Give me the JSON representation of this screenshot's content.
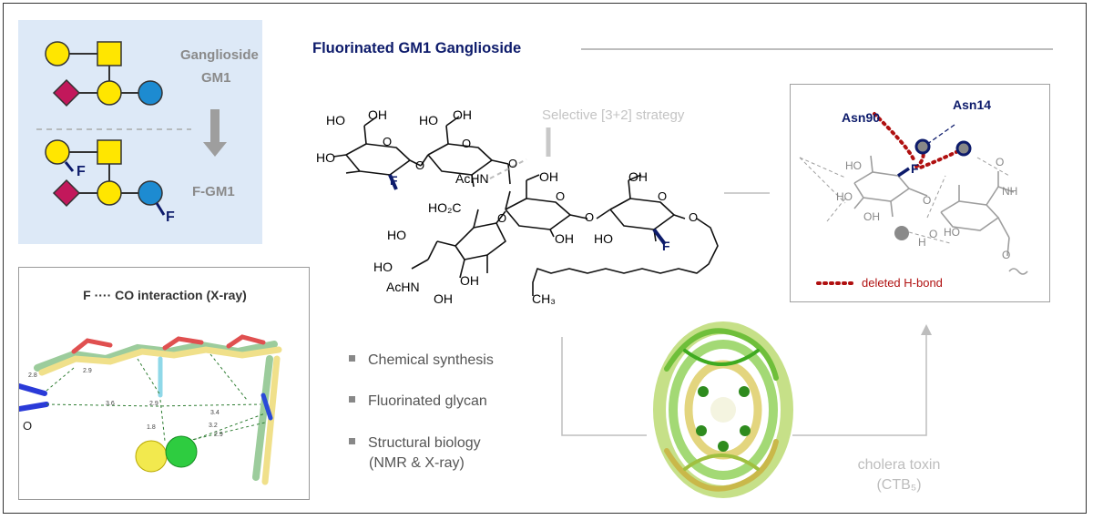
{
  "title": "Fluorinated GM1 Ganglioside",
  "glycan_panel": {
    "top_label_line1": "Ganglioside",
    "top_label_line2": "GM1",
    "bottom_label": "F-GM1",
    "fluorine_label": "F",
    "colors": {
      "galactose": "#ffe600",
      "galnac": "#ffe600",
      "glucose": "#1d8bd1",
      "sialic_acid": "#c2185b",
      "panel_bg": "#dde9f7"
    }
  },
  "xray_panel": {
    "title": "F ···· CO interaction (X-ray)",
    "distances": [
      "2.8",
      "2.9",
      "3.6",
      "2.9",
      "3.4",
      "1.8",
      "3.2",
      "2.9"
    ],
    "edge_label": "O"
  },
  "structure": {
    "strategy_label": "Selective [3+2] strategy",
    "labels": {
      "ho": "HO",
      "oh": "OH",
      "f": "F",
      "achn": "AcHN",
      "co2h": "HO₂C",
      "o": "O",
      "ch3": "CH₃"
    }
  },
  "bullets": [
    "Chemical synthesis",
    "Fluorinated glycan",
    "Structural biology",
    "(NMR & X-ray)"
  ],
  "interaction_panel": {
    "residue_1": "Asn90",
    "residue_2": "Asn14",
    "legend": "deleted H-bond",
    "f_label": "F",
    "ho_label": "HO",
    "oh_label": "OH",
    "o_label": "O",
    "nh_label": "NH",
    "h_label": "H",
    "colors": {
      "deleted_hbond": "#b01010",
      "residue_label": "#0d1b6b"
    }
  },
  "protein": {
    "caption_line1": "cholera toxin",
    "caption_line2": "(CTB₅)"
  }
}
